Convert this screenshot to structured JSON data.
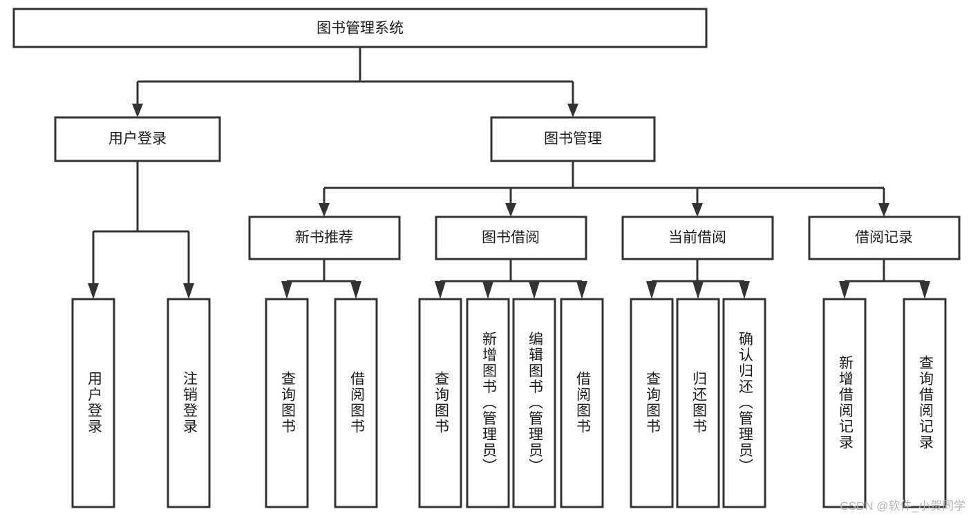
{
  "diagram": {
    "type": "tree-hierarchy",
    "title": "图书管理系统",
    "watermark": "CSDN @软件_小贺同学",
    "colors": {
      "stroke": "#333333",
      "fill": "#ffffff",
      "text": "#1a1a1a",
      "watermark": "#b5b5b5"
    },
    "levels": {
      "root": {
        "label": "图书管理系统"
      },
      "level2": [
        {
          "label": "用户登录"
        },
        {
          "label": "图书管理"
        }
      ],
      "level3": [
        {
          "label": "新书推荐"
        },
        {
          "label": "图书借阅"
        },
        {
          "label": "当前借阅"
        },
        {
          "label": "借阅记录"
        }
      ],
      "leaves": {
        "user_login": [
          {
            "label": "用户登录"
          },
          {
            "label": "注销登录"
          }
        ],
        "new_book_recommend": [
          {
            "label": "查询图书"
          },
          {
            "label": "借阅图书"
          }
        ],
        "book_borrow": [
          {
            "label": "查询图书"
          },
          {
            "label": "新增图书（管理员）"
          },
          {
            "label": "编辑图书（管理员）"
          },
          {
            "label": "借阅图书"
          }
        ],
        "current_borrow": [
          {
            "label": "查询图书"
          },
          {
            "label": "归还图书"
          },
          {
            "label": "确认归还（管理员）"
          }
        ],
        "borrow_record": [
          {
            "label": "新增借阅记录"
          },
          {
            "label": "查询借阅记录"
          }
        ]
      }
    }
  }
}
